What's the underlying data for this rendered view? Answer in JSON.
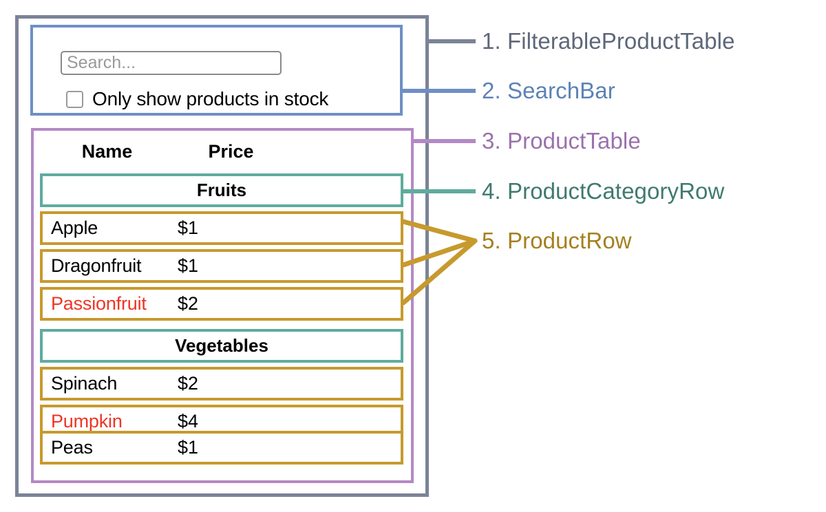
{
  "diagram": {
    "title": "React component hierarchy diagram",
    "colors": {
      "filterable_product_table": "#7b8398",
      "search_bar": "#6e8fc4",
      "product_table": "#b389c4",
      "product_category_row": "#5fab9e",
      "product_row": "#c79a2e",
      "out_of_stock_text": "#ee3525",
      "in_stock_text": "#000000",
      "background": "#ffffff"
    }
  },
  "search_bar": {
    "input": {
      "value": "",
      "placeholder": "Search..."
    },
    "checkbox": {
      "label": "Only show products in stock",
      "checked": false
    }
  },
  "product_table": {
    "columns": [
      "Name",
      "Price"
    ],
    "sections": [
      {
        "category": "Fruits",
        "products": [
          {
            "name": "Apple",
            "price": "$1",
            "stocked": true
          },
          {
            "name": "Dragonfruit",
            "price": "$1",
            "stocked": true
          },
          {
            "name": "Passionfruit",
            "price": "$2",
            "stocked": false
          }
        ]
      },
      {
        "category": "Vegetables",
        "products": [
          {
            "name": "Spinach",
            "price": "$2",
            "stocked": true
          },
          {
            "name": "Pumpkin",
            "price": "$4",
            "stocked": false
          },
          {
            "name": "Peas",
            "price": "$1",
            "stocked": true
          }
        ]
      }
    ]
  },
  "legend": [
    {
      "number": "1.",
      "label": "FilterableProductTable",
      "text": "1. FilterableProductTable",
      "color": "#5d6779"
    },
    {
      "number": "2.",
      "label": "SearchBar",
      "text": "2. SearchBar",
      "color": "#5d82b5"
    },
    {
      "number": "3.",
      "label": "ProductTable",
      "text": "3. ProductTable",
      "color": "#9a72ab"
    },
    {
      "number": "4.",
      "label": "ProductCategoryRow",
      "text": "4. ProductCategoryRow",
      "color": "#3f7a6d"
    },
    {
      "number": "5.",
      "label": "ProductRow",
      "text": "5. ProductRow",
      "color": "#a5801f"
    }
  ]
}
